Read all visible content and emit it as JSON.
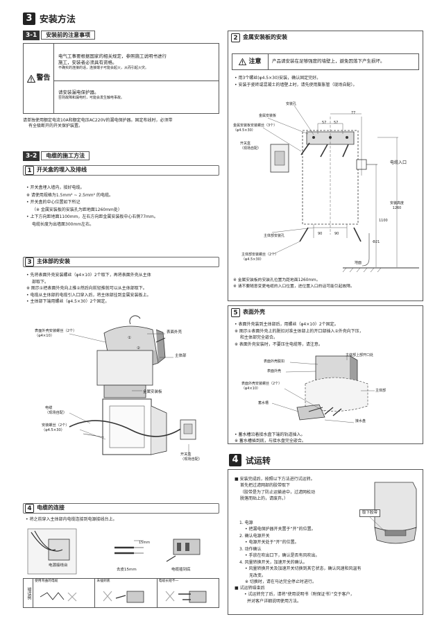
{
  "section3": {
    "num": "3",
    "title": "安装方法"
  },
  "s31": {
    "tag": "3-1",
    "title": "安装前的注意事项",
    "warning_label": "警告",
    "w1_lines": [
      "电气工事要根据国家的相关规定，参照施工说明书进行",
      "施工，安装者必须具有资格。"
    ],
    "w1_note": "不确实的连接的话，连接端子可能会起火，从而引起火灾。",
    "w2_line": "请安装漏电保护器。",
    "w2_note": "否则故障和漏电时，可能会发生触电事故。",
    "bullet_lines": [
      "请单独使用额定电流10A和额定电压AC220V的漏电保护器。固定布线时，必须带",
      "有全极断开的开关保护装置。"
    ]
  },
  "s32": {
    "tag": "3-2",
    "title": "电缆的施工方法"
  },
  "step1": {
    "num": "1",
    "title": "开关盒的埋入及排线",
    "lines": [
      "• 开关盒埋入墙内，接好电缆。",
      "※ 请使用规格为1.5mm² ~ 2.5mm² 的电缆。",
      "• 开关盒的中心位置如下所记",
      "（※ 金属安装板的安装孔为距地面1260mm处）",
      "• 上下方向距地面1100mm，左右方向距金属安装板中心右侧77mm。",
      "电缆长度为出墙面300mm左右。"
    ]
  },
  "step3": {
    "num": "3",
    "title": "主体部的安装",
    "lines": [
      "• 先将表面外壳安装螺丝（φ4×10）2个取下，再将表面外壳从主体",
      "部取下。",
      "※ 图示①把表面外壳向上推②然后向前轻推就可以从主体部取下。",
      "• 电缆从主体部的电缆引入口穿入后，将主体部挂到金属安装板上。",
      "• 主体部下端用螺丝（φ4.5×30）2个固定。"
    ],
    "labels": {
      "screw": "表面外壳安装螺丝（2个）",
      "screw_spec": "（φ4×10）",
      "cover": "表面外壳",
      "body": "主体部",
      "plate": "金属安装板",
      "cable": "电缆",
      "cable_note": "（现场自配）",
      "screw2": "安装螺丝（2个）",
      "screw2_spec": "（φ4.5×30）",
      "box": "开关盒",
      "box_note": "（现场自配）",
      "step_a": "①",
      "step_b": "②"
    }
  },
  "step4": {
    "num": "4",
    "title": "电缆的连接",
    "line": "• 将之前穿入主体部内电缆连接到电源接线台上。",
    "labels": {
      "terminal": "电源接线台",
      "strip": "去皮15mm",
      "insert": "电缆插到底",
      "dim": "15mm"
    },
    "wrong_label": "错误例",
    "wrong": [
      "使用弯曲的电缆",
      "未插到底",
      "电缆长短不一"
    ]
  },
  "step2": {
    "num": "2",
    "title": "金属安装板的安装",
    "caution_label": "注意",
    "caution_text": "产品请安装在足够强度的墙壁上，避免因落下产生损坏。",
    "lines": [
      "• 用3个螺丝(φ4.5×30)安装，确认固定完好。",
      "• 安装于瓷砖或混凝土的墙壁上时，请先使用膨胀管（现场自配）。"
    ],
    "labels": {
      "hole": "安装孔",
      "plate": "金属安装板",
      "screw3": "金属安装板安装螺丝（3个）",
      "screw3_spec": "（φ4.5×30）",
      "box": "开关盒",
      "box_note": "（现场自配）",
      "cable_in": "电缆入口",
      "h1100": "1100",
      "h1260": "1260",
      "install_h": "安装高度",
      "d77": "77",
      "d57a": "57",
      "d57b": "57",
      "d90a": "90",
      "d90b": "90",
      "d21": "Φ21",
      "floor": "地面",
      "body_hole": "主体部安装孔",
      "body_screw": "主体部安装螺丝（2个）",
      "body_screw_spec": "（φ4.5×30）"
    },
    "notes": [
      "※ 金属安装板的安装孔位置为距地面1260mm。",
      "※ 请不要随意变更电缆的入口位置，进位置入口的话可能引起故障。"
    ]
  },
  "step5": {
    "num": "5",
    "title": "表面外壳",
    "lines": [
      "• 表面外壳装到主体部后，用螺丝（φ4×10）2个固定。",
      "※ 图示①表面外壳上的脱扣对准主体部上的开口部插入②外壳向下压，",
      "和主体部完全嵌合。",
      "※ 表面外壳安装时，不要压住电缆等，请注意。"
    ],
    "labels": {
      "hook": "表面外壳脱扣",
      "cover": "表面外壳",
      "opening": "主体部上部开口处",
      "screw": "表面外壳安装螺丝（2个）",
      "screw_spec": "（φ4×10）",
      "body": "主体部",
      "tank": "蓄水槽",
      "tray": "接水盘"
    },
    "notes": [
      "• 蓄水槽沿着接水盘下端的轨道插入。",
      "※ 蓄水槽插到底，与接水盘完全嵌合。"
    ]
  },
  "section4": {
    "num": "4",
    "title": "试运转",
    "intro": [
      "■ 安装完成后，按照以下方法进行试运转。",
      "首先把过滤网部的胶带取下",
      "（胶带是为了防止运输途中，过滤网松动",
      "脱落而贴上的，请废弃。）"
    ],
    "tape_label": "取下胶带",
    "items": [
      "1. 电源",
      "• 把漏电保护器开关置于“开”的位置。",
      "2. 确认电源开关",
      "• 电源开关处于“开”的位置。",
      "3. 动作确认",
      "• 手放在吹出口下，确认是否有风吹出。",
      "4. 风量转换开关，加速开关的确认。",
      "• 风量转换开关及加速开关切换到其它状态，确认风速和风温有",
      "无改变。",
      "※ 切换时，请在马达完全停止时进行。"
    ],
    "end": [
      "■ 试运转结束后",
      "• 试运转完了后，请将“使用说明书（附保证书）”交于客户，",
      "并对客户详细说明使用方法。"
    ]
  }
}
